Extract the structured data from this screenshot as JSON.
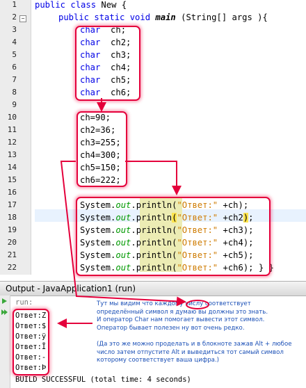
{
  "editor": {
    "line_numbers": [
      "1",
      "2",
      "3",
      "4",
      "5",
      "6",
      "7",
      "8",
      "9",
      "10",
      "11",
      "12",
      "13",
      "14",
      "15",
      "16",
      "17",
      "18",
      "19",
      "20",
      "21",
      "22"
    ],
    "class_keyword": "public class",
    "class_name": "New {",
    "main_keywords": "public static void",
    "main_name": "main",
    "main_params": "(String[] args ){",
    "char_keyword": "char",
    "char_vars": [
      "ch;",
      "ch2;",
      "ch3;",
      "ch4;",
      "ch5;",
      "ch6;"
    ],
    "assignments": [
      "ch=90;",
      "ch2=36;",
      "ch3=255;",
      "ch4=300;",
      "ch5=150;",
      "ch6=222;"
    ],
    "println": {
      "prefix": "System.",
      "field": "out",
      "method": ".println",
      "open_paren": "(",
      "literal": "\"Ответ:\"",
      "args": [
        " +ch);",
        " +ch2);",
        " +ch3);",
        " +ch4);",
        " +ch5);",
        " +ch6);"
      ],
      "tail": " } }"
    }
  },
  "output_panel": {
    "title": "Output - JavaApplication1 (run)",
    "run_label": "run:",
    "lines": [
      "Ответ:Z",
      "Ответ:$",
      "Ответ:ÿ",
      "Ответ:Ĭ",
      "Ответ:-",
      "Ответ:Þ"
    ],
    "build": "BUILD SUCCESSFUL (total time: 4 seconds)"
  },
  "annotation": {
    "lines": [
      "Тут мы видим что каждому числу соответствует",
      "определённый символ я думаю вы должны это знать.",
      "И оператор Char нам помогает вывести этот символ.",
      "Оператор бывает полезен ну вот очень редко.",
      "",
      "(Да это же можно проделать и в блокноте зажав Alt + любое",
      "число затем отпустите Alt и выведиться тот самый символ",
      "которому соответствует ваша цифра.)"
    ],
    "circled_word": "числу"
  },
  "colors": {
    "keyword": "#0000e6",
    "string": "#ce7b00",
    "field": "#009900",
    "annotation_red": "#e4003b",
    "annotation_text": "#1a4fb6"
  }
}
